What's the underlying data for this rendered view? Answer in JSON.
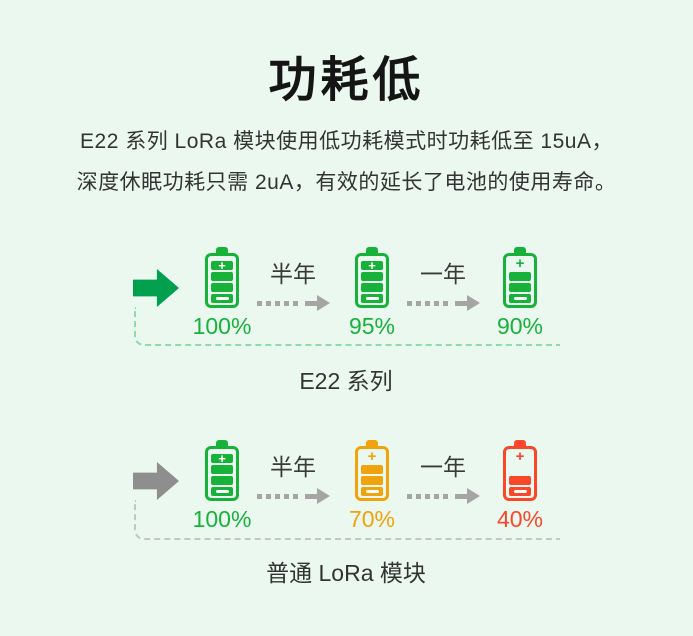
{
  "title": "功耗低",
  "description": {
    "line1": "E22 系列 LoRa 模块使用低功耗模式时功耗低至 15uA，",
    "line2": "深度休眠功耗只需 2uA，有效的延长了电池的使用寿命。"
  },
  "colors": {
    "bg": "#eaf8ef",
    "green": "#18b23b",
    "green-arrow": "#00a04f",
    "orange": "#f0a30a",
    "red": "#fb4729",
    "gray-arrow": "#8e8e8e",
    "dash-arrow": "#a5a5a5",
    "dash-green": "#90dba2",
    "dash-gray": "#c3c7c3",
    "dark": "#333333",
    "title": "#151515"
  },
  "rows": [
    {
      "name": "E22 系列",
      "lead_arrow": "green-arrow",
      "transitions": [
        {
          "label": "半年"
        },
        {
          "label": "一年"
        }
      ],
      "batteries": [
        {
          "percent": "100%",
          "color": "green",
          "bars": 4,
          "plus_floating": false
        },
        {
          "percent": "95%",
          "color": "green",
          "bars": 4,
          "plus_floating": false
        },
        {
          "percent": "90%",
          "color": "green",
          "bars": 3,
          "plus_floating": true
        }
      ]
    },
    {
      "name": "普通 LoRa 模块",
      "lead_arrow": "gray-arrow",
      "transitions": [
        {
          "label": "半年"
        },
        {
          "label": "一年"
        }
      ],
      "batteries": [
        {
          "percent": "100%",
          "color": "green",
          "bars": 4,
          "plus_floating": false
        },
        {
          "percent": "70%",
          "color": "orange",
          "bars": 3,
          "plus_floating": true
        },
        {
          "percent": "40%",
          "color": "red",
          "bars": 2,
          "plus_floating": true
        }
      ]
    }
  ]
}
